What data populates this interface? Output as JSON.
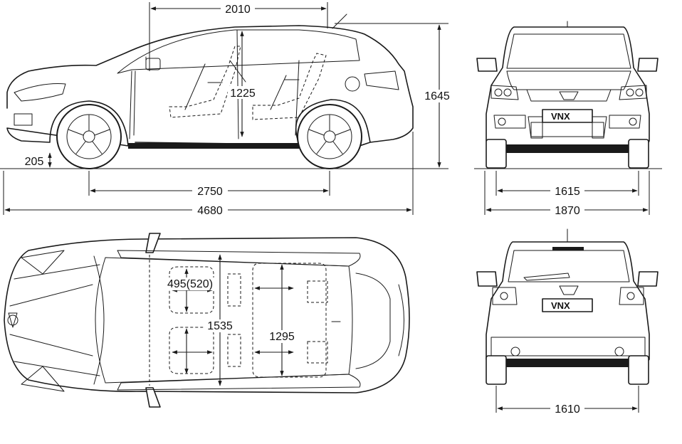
{
  "dimensions": {
    "height_clearance": "2010",
    "interior_height": "1225",
    "overall_height": "1645",
    "ground_clearance": "205",
    "wheelbase": "2750",
    "overall_length": "4680",
    "front_track": "1615",
    "overall_width": "1870",
    "rear_track": "1610",
    "front_seat_width": "495(520)",
    "front_shoulder": "1535",
    "rear_shoulder": "1295"
  },
  "plates": {
    "front": "VNX",
    "rear": "VNX"
  }
}
